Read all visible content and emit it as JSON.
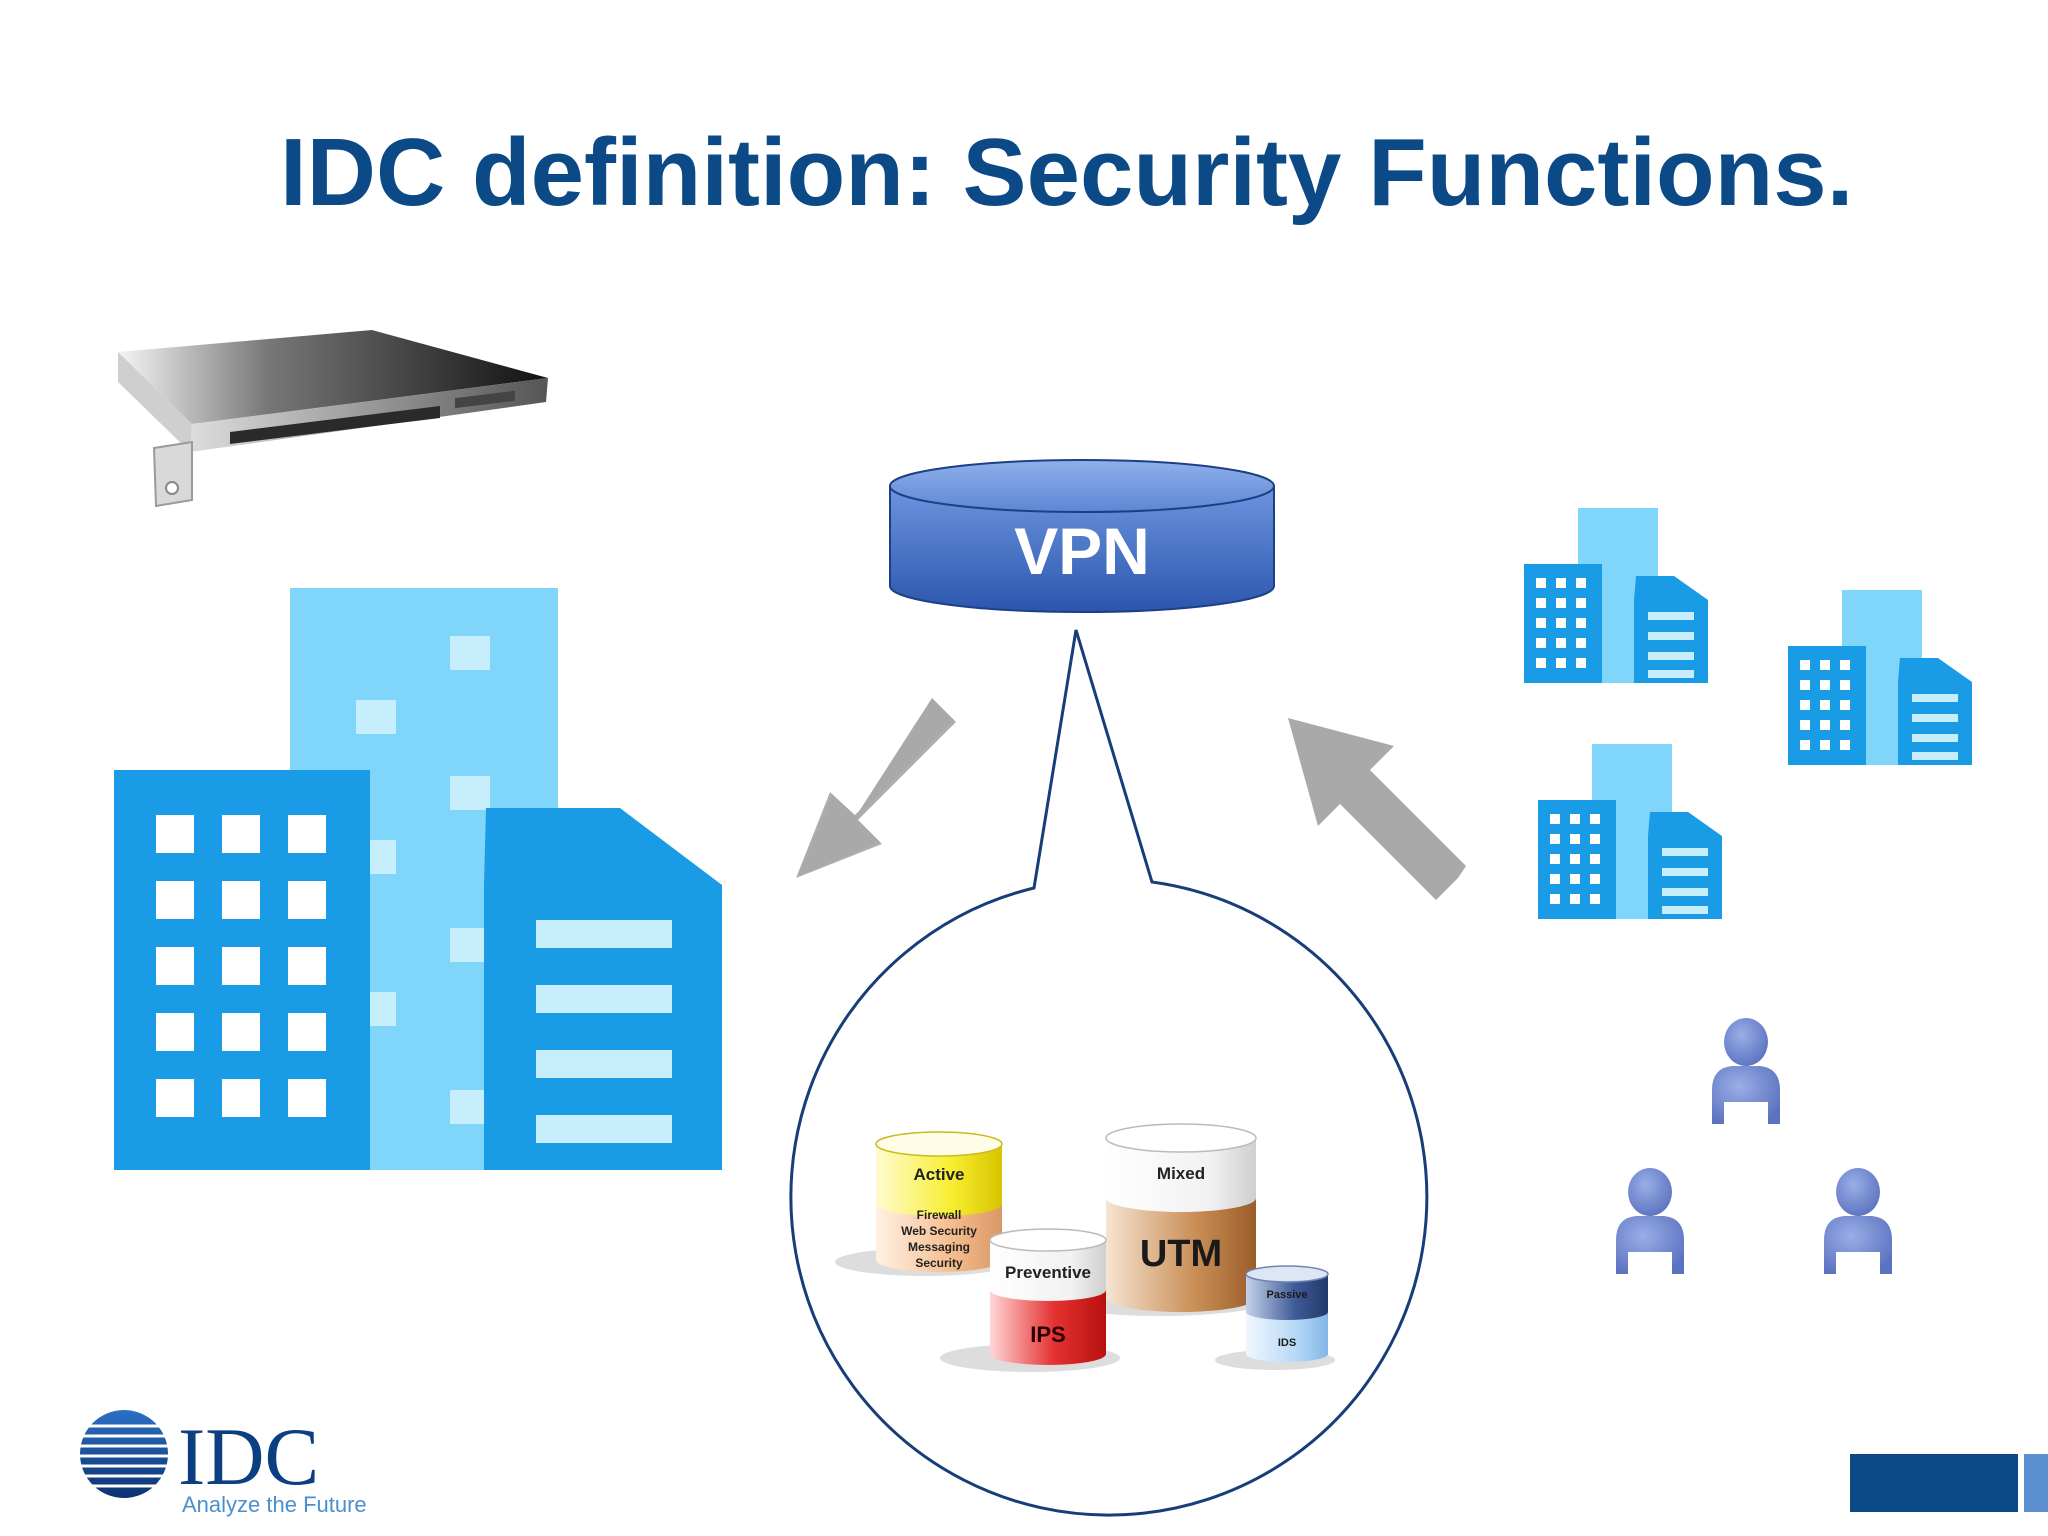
{
  "title": "IDC definition:  Security Functions.",
  "vpn": {
    "label": "VPN"
  },
  "cylinders": {
    "active": {
      "header": "Active",
      "lines": [
        "Firewall",
        "Web Security",
        "Messaging",
        "Security"
      ]
    },
    "preventive": {
      "header": "Preventive",
      "label": "IPS"
    },
    "mixed": {
      "header": "Mixed",
      "label": "UTM"
    },
    "passive": {
      "header": "Passive",
      "label": "IDS"
    }
  },
  "logo": {
    "name": "IDC",
    "tagline": "Analyze the Future"
  },
  "colors": {
    "title": "#0b4a86",
    "building_dark": "#1a9be6",
    "building_light": "#7fd6fa",
    "person": "#6f86cf",
    "arrow": "#a9a9a9",
    "vpn": "#3f6cc0"
  }
}
